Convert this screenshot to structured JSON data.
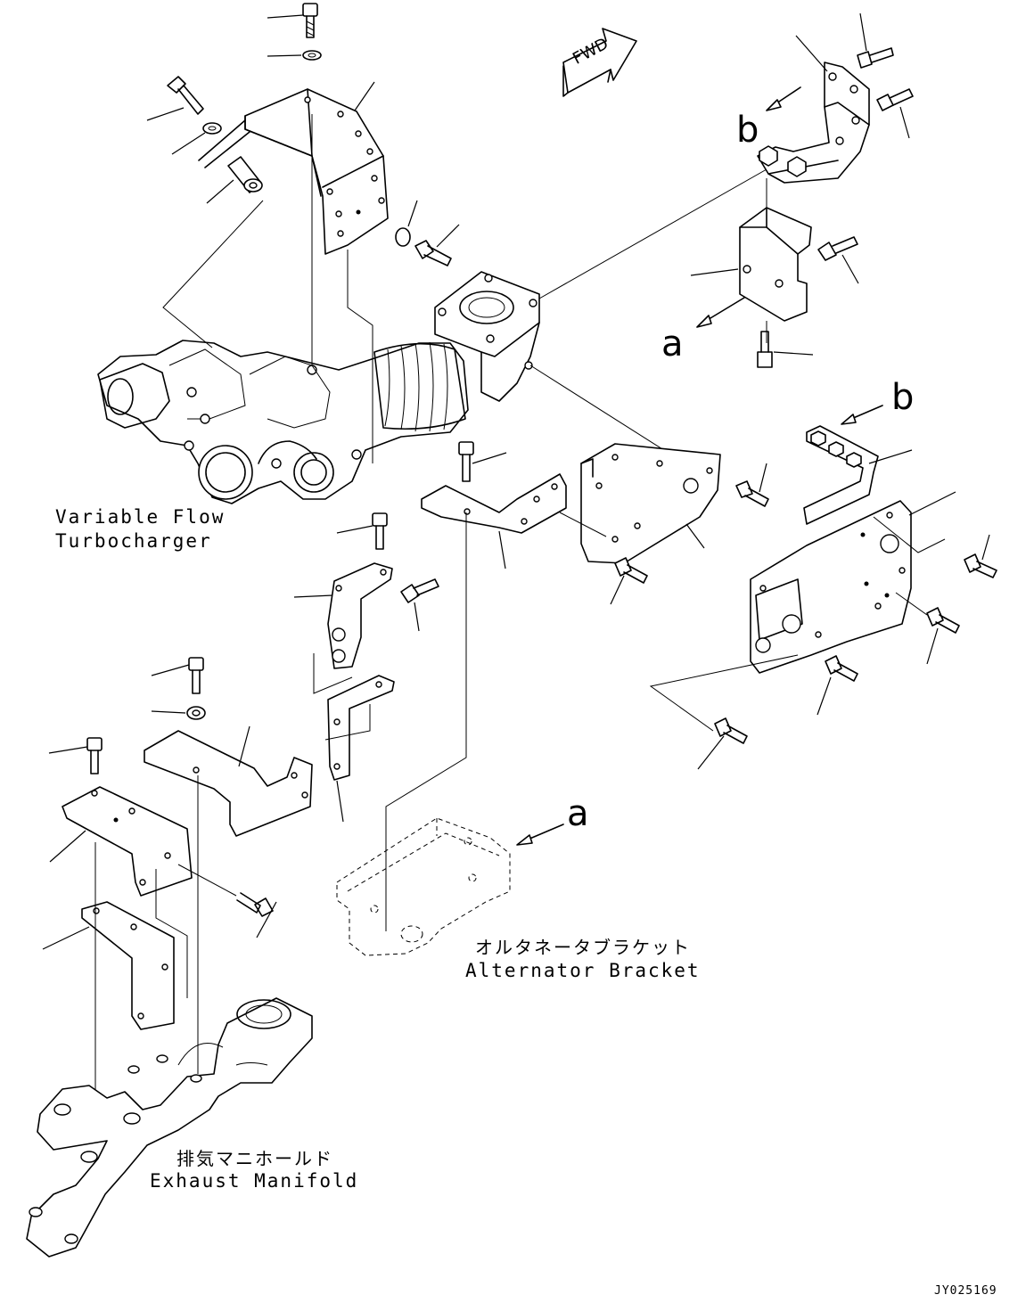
{
  "labels": {
    "turbo_line1": "Variable Flow",
    "turbo_line2": "Turbocharger",
    "alternator_jp": "オルタネータブラケット",
    "alternator_en": "Alternator Bracket",
    "exhaust_jp": "排気マニホールド",
    "exhaust_en": "Exhaust Manifold",
    "fwd_arrow": "FWD",
    "view_a_top": "a",
    "view_b_top": "b",
    "view_a_bottom": "a",
    "view_b_right": "b",
    "drawing_code": "JY025169"
  },
  "icons": {
    "fwd": "fwd-direction-arrow-icon",
    "view_arrow": "view-direction-arrow-icon"
  },
  "colors": {
    "line": "#000000",
    "background": "#ffffff"
  }
}
